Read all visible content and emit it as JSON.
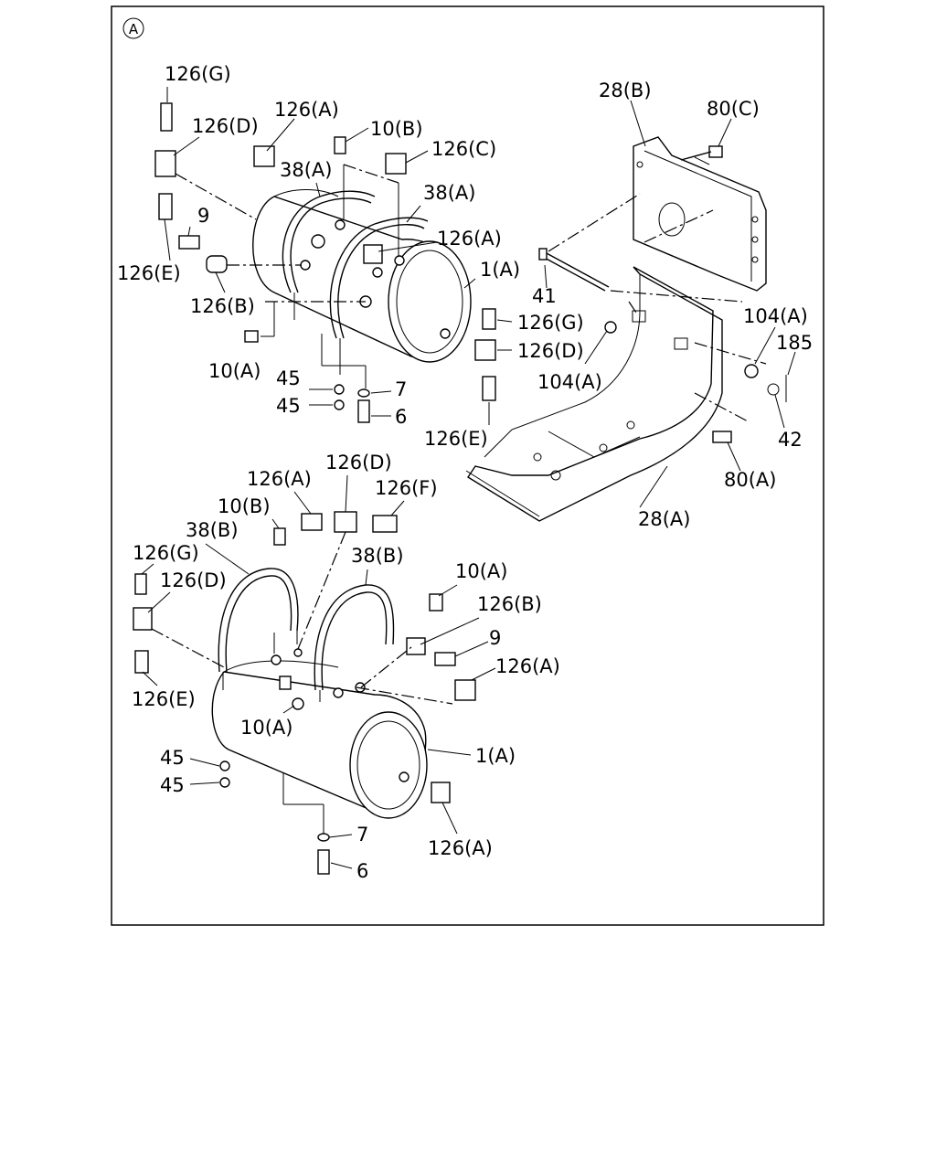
{
  "view_marker": "A",
  "labels": {
    "upper_126G": "126(G)",
    "upper_126D": "126(D)",
    "upper_126A_top": "126(A)",
    "upper_10B": "10(B)",
    "upper_126C": "126(C)",
    "upper_38A_left": "38(A)",
    "upper_38A_right": "38(A)",
    "upper_9": "9",
    "upper_126A_mid": "126(A)",
    "upper_126E": "126(E)",
    "upper_126B": "126(B)",
    "upper_1A": "1(A)",
    "upper_126G_right": "126(G)",
    "upper_126D_right": "126(D)",
    "upper_10A": "10(A)",
    "upper_45_a": "45",
    "upper_45_b": "45",
    "upper_7": "7",
    "upper_6": "6",
    "upper_126E_right": "126(E)",
    "br_28B": "28(B)",
    "br_80C": "80(C)",
    "br_41": "41",
    "br_104A_right": "104(A)",
    "br_185": "185",
    "br_104A_left": "104(A)",
    "br_42": "42",
    "br_80A": "80(A)",
    "br_28A": "28(A)",
    "lower_126D_top": "126(D)",
    "lower_126A_top": "126(A)",
    "lower_126F": "126(F)",
    "lower_10B": "10(B)",
    "lower_38B_left": "38(B)",
    "lower_38B_right": "38(B)",
    "lower_126G": "126(G)",
    "lower_126D_left": "126(D)",
    "lower_10A_right": "10(A)",
    "lower_126B": "126(B)",
    "lower_9": "9",
    "lower_126A_right": "126(A)",
    "lower_126E": "126(E)",
    "lower_10A_left": "10(A)",
    "lower_45_a": "45",
    "lower_45_b": "45",
    "lower_1A": "1(A)",
    "lower_7": "7",
    "lower_6": "6",
    "lower_126A_bottom": "126(A)"
  }
}
